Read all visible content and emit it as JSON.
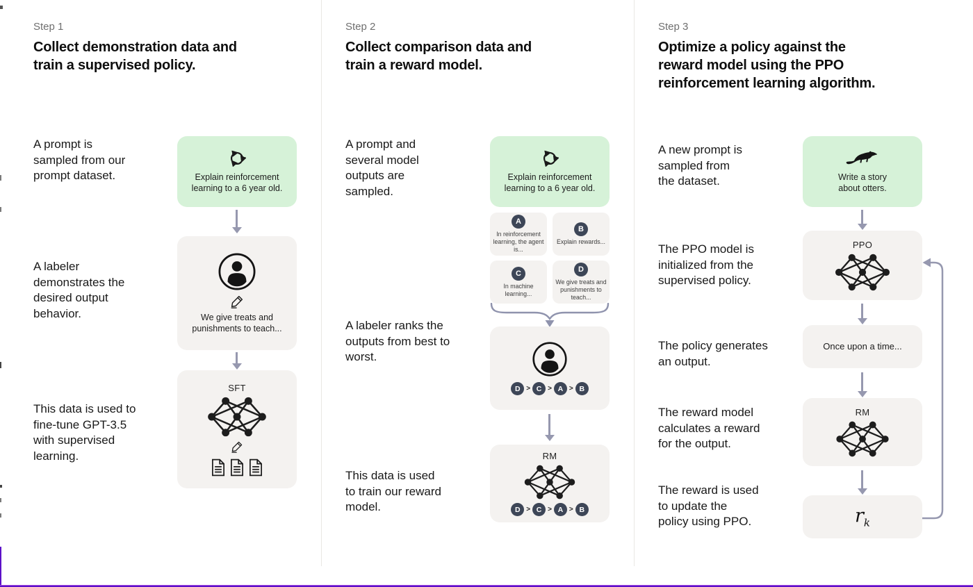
{
  "colors": {
    "prompt_box_green": "#d6f2d8",
    "box_gray": "#f4f2f0",
    "badge_navy": "#3d4657",
    "arrow_gray": "#9698af",
    "accent_purple": "#5c10c8"
  },
  "steps": [
    {
      "label": "Step 1",
      "title": "Collect demonstration data and train a supervised policy.",
      "captions": [
        "A prompt is sampled from our prompt dataset.",
        "A labeler demonstrates the desired output behavior.",
        "This data is used to fine-tune GPT-3.5 with supervised learning."
      ],
      "prompt_box": {
        "text": "Explain reinforcement learning to a 6 year old.",
        "icon": "cycle-icon"
      },
      "labeler_box": {
        "text": "We give treats and punishments to teach...",
        "icons": [
          "person-icon",
          "pencil-icon"
        ]
      },
      "model_box": {
        "label": "SFT",
        "icons": [
          "neural-net-icon",
          "pencil-icon",
          "documents-icon"
        ]
      }
    },
    {
      "label": "Step 2",
      "title": "Collect comparison data and train a reward model.",
      "captions": [
        "A prompt and several model outputs are sampled.",
        "A labeler ranks the outputs from best to worst.",
        "This data is used to train our reward model."
      ],
      "prompt_box": {
        "text": "Explain reinforcement learning to a 6 year old.",
        "icon": "cycle-icon"
      },
      "outputs": [
        {
          "letter": "A",
          "text": "In reinforcement learning, the agent is..."
        },
        {
          "letter": "B",
          "text": "Explain rewards..."
        },
        {
          "letter": "C",
          "text": "In machine learning..."
        },
        {
          "letter": "D",
          "text": "We give treats and punishments to teach..."
        }
      ],
      "ranking": {
        "items": [
          "D",
          "C",
          "A",
          "B"
        ],
        "separator": ">"
      },
      "model_box": {
        "label": "RM",
        "icons": [
          "neural-net-icon"
        ]
      }
    },
    {
      "label": "Step 3",
      "title": "Optimize a policy against the reward model using the PPO reinforcement learning algorithm.",
      "captions": [
        "A new prompt is sampled from the dataset.",
        "The PPO model is initialized from the supervised policy.",
        "The policy generates an output.",
        "The reward model calculates a reward for the output.",
        "The reward is used to update the policy using PPO."
      ],
      "prompt_box": {
        "text": "Write a story about otters.",
        "icon": "otter-icon"
      },
      "ppo_box": {
        "label": "PPO",
        "icons": [
          "neural-net-icon"
        ]
      },
      "output_box": {
        "text": "Once upon a time..."
      },
      "rm_box": {
        "label": "RM",
        "icons": [
          "neural-net-icon"
        ]
      },
      "reward_box": {
        "symbol": "r",
        "subscript": "k"
      }
    }
  ]
}
